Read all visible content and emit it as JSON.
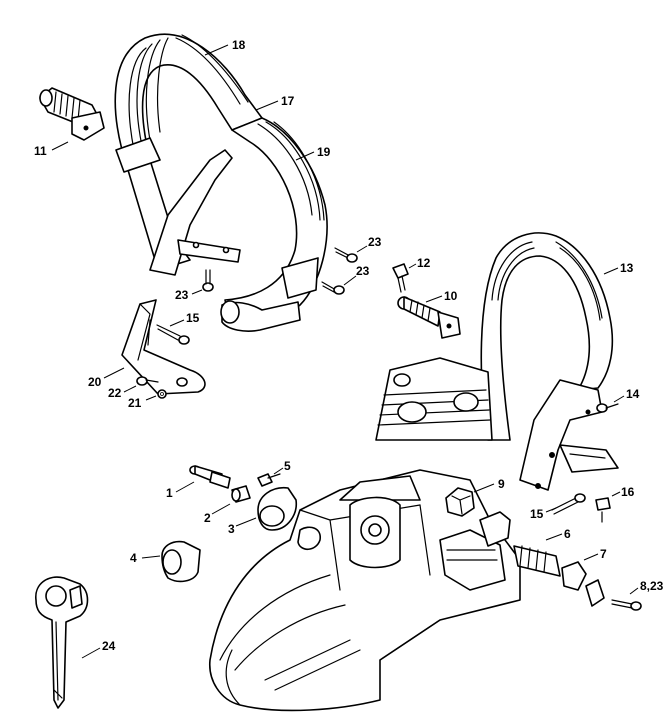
{
  "diagram": {
    "callouts": [
      {
        "id": "c18",
        "label": "18"
      },
      {
        "id": "c17",
        "label": "17"
      },
      {
        "id": "c19",
        "label": "19"
      },
      {
        "id": "c11",
        "label": "11"
      },
      {
        "id": "c23a",
        "label": "23"
      },
      {
        "id": "c23b",
        "label": "23"
      },
      {
        "id": "c23c",
        "label": "23"
      },
      {
        "id": "c12",
        "label": "12"
      },
      {
        "id": "c13",
        "label": "13"
      },
      {
        "id": "c10",
        "label": "10"
      },
      {
        "id": "c15a",
        "label": "15"
      },
      {
        "id": "c20",
        "label": "20"
      },
      {
        "id": "c22",
        "label": "22"
      },
      {
        "id": "c21",
        "label": "21"
      },
      {
        "id": "c14",
        "label": "14"
      },
      {
        "id": "c5",
        "label": "5"
      },
      {
        "id": "c9",
        "label": "9"
      },
      {
        "id": "c1",
        "label": "1"
      },
      {
        "id": "c16",
        "label": "16"
      },
      {
        "id": "c2",
        "label": "2"
      },
      {
        "id": "c15b",
        "label": "15"
      },
      {
        "id": "c3",
        "label": "3"
      },
      {
        "id": "c6",
        "label": "6"
      },
      {
        "id": "c7",
        "label": "7"
      },
      {
        "id": "c4",
        "label": "4"
      },
      {
        "id": "c823",
        "label": "8,23"
      },
      {
        "id": "c24",
        "label": "24"
      }
    ]
  }
}
